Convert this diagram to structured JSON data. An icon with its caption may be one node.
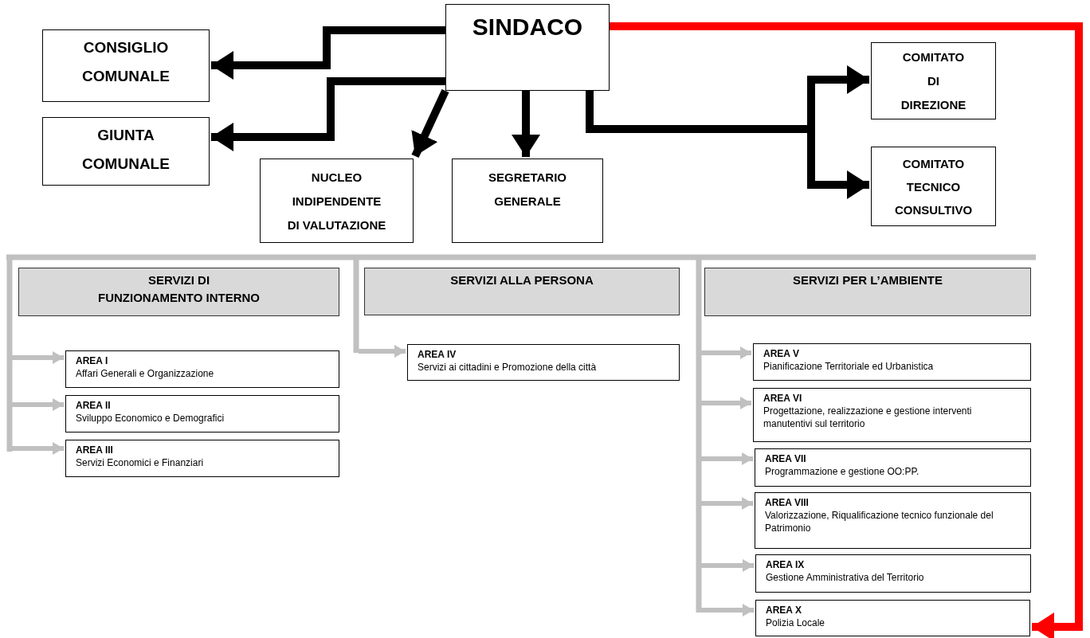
{
  "diagram": {
    "nodes": [
      {
        "text": [
          "SINDACO"
        ]
      },
      {
        "text": [
          "CONSIGLIO COMUNALE"
        ]
      },
      {
        "text": [
          "GIUNTA COMUNALE"
        ]
      },
      {
        "text": [
          "NUCLEO INDIPENDENTE DI VALUTAZIONE"
        ]
      },
      {
        "text": [
          "SEGRETARIO GENERALE"
        ]
      },
      {
        "text": [
          "COMITATO DI DIREZIONE"
        ]
      },
      {
        "text": [
          "COMITATO TECNICO CONSULTIVO"
        ]
      },
      {
        "text": [
          "SERVIZI DI FUNZIONAMENTO INTERNO"
        ]
      },
      {
        "text": [
          "SERVIZI ALLA PERSONA"
        ]
      },
      {
        "text": [
          "SERVIZI PER L’AMBIENTE"
        ]
      },
      {
        "text": [
          "AREA I",
          "Affari Generali e Organizzazione"
        ]
      },
      {
        "text": [
          "AREA II",
          "Sviluppo Economico e Demografici"
        ]
      },
      {
        "text": [
          "AREA III",
          "Servizi Economici e Finanziari"
        ]
      },
      {
        "text": [
          "AREA IV",
          "Servizi ai cittadini e Promozione della città"
        ]
      },
      {
        "text": [
          "AREA V",
          "Pianificazione Territoriale ed Urbanistica"
        ]
      },
      {
        "text": [
          "AREA VI",
          "Progettazione, realizzazione e gestione interventi manutentivi sul territorio"
        ]
      },
      {
        "text": [
          "AREA VII",
          "Programmazione e gestione OO:PP."
        ]
      },
      {
        "text": [
          "AREA VIII",
          "Valorizzazione, Riqualificazione tecnico funzionale del Patrimonio"
        ]
      },
      {
        "text": [
          "AREA IX",
          "Gestione Amministrativa del Territorio"
        ]
      },
      {
        "text": [
          "AREA X",
          "Polizia Locale"
        ]
      }
    ],
    "edges": [
      {
        "from": 0,
        "to": 1,
        "arrow": "to",
        "color": "#000000"
      },
      {
        "from": 0,
        "to": 2,
        "arrow": "to",
        "color": "#000000"
      },
      {
        "from": 0,
        "to": 3,
        "arrow": "to",
        "color": "#000000"
      },
      {
        "from": 0,
        "to": 4,
        "arrow": "to",
        "color": "#000000"
      },
      {
        "from": 0,
        "to": 5,
        "arrow": "to",
        "color": "#000000"
      },
      {
        "from": 0,
        "to": 6,
        "arrow": "to",
        "color": "#000000"
      },
      {
        "from": 0,
        "to": 19,
        "arrow": "to",
        "color": "#ff0000"
      },
      {
        "from": null,
        "to": 10,
        "arrow": "to",
        "color": "#c0c0c0"
      },
      {
        "from": null,
        "to": 11,
        "arrow": "to",
        "color": "#c0c0c0"
      },
      {
        "from": null,
        "to": 12,
        "arrow": "to",
        "color": "#c0c0c0"
      },
      {
        "from": null,
        "to": 13,
        "arrow": "to",
        "color": "#c0c0c0"
      },
      {
        "from": null,
        "to": 14,
        "arrow": "to",
        "color": "#c0c0c0"
      },
      {
        "from": null,
        "to": 15,
        "arrow": "to",
        "color": "#c0c0c0"
      },
      {
        "from": null,
        "to": 16,
        "arrow": "to",
        "color": "#c0c0c0"
      },
      {
        "from": null,
        "to": 17,
        "arrow": "to",
        "color": "#c0c0c0"
      },
      {
        "from": null,
        "to": 18,
        "arrow": "to",
        "color": "#c0c0c0"
      },
      {
        "from": null,
        "to": 19,
        "arrow": "to",
        "color": "#c0c0c0"
      }
    ]
  }
}
